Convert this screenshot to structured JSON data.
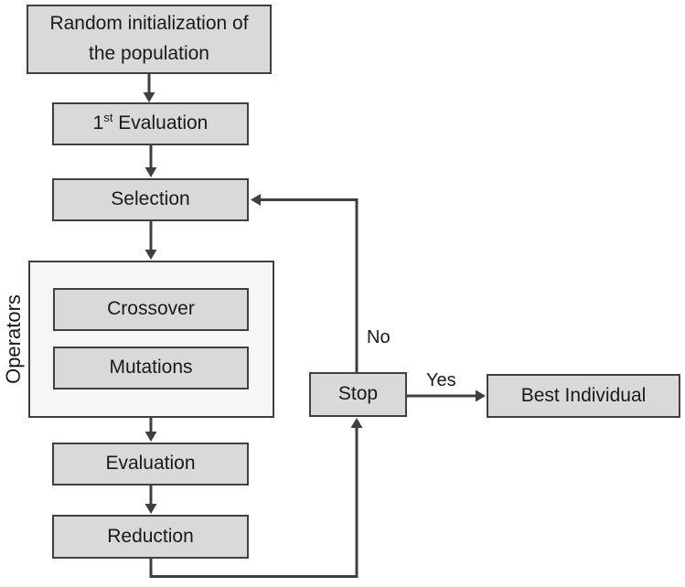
{
  "diagram": {
    "nodes": {
      "random_initialization": {
        "label": "Random initialization of the population"
      },
      "first_evaluation": {
        "prefix": "1",
        "sup": "st",
        "rest": " Evaluation"
      },
      "selection": {
        "label": "Selection"
      },
      "operators_group": {
        "label": "Operators"
      },
      "crossover": {
        "label": "Crossover"
      },
      "mutations": {
        "label": "Mutations"
      },
      "evaluation": {
        "label": "Evaluation"
      },
      "reduction": {
        "label": "Reduction"
      },
      "stop": {
        "label": "Stop"
      },
      "best_individual": {
        "label": "Best Individual"
      }
    },
    "edges": [
      {
        "from": "random_initialization",
        "to": "first_evaluation"
      },
      {
        "from": "first_evaluation",
        "to": "selection"
      },
      {
        "from": "selection",
        "to": "operators_group"
      },
      {
        "from": "operators_group",
        "to": "evaluation"
      },
      {
        "from": "evaluation",
        "to": "reduction"
      },
      {
        "from": "reduction",
        "to": "stop"
      },
      {
        "from": "stop",
        "to": "selection",
        "label": "No"
      },
      {
        "from": "stop",
        "to": "best_individual",
        "label": "Yes"
      }
    ],
    "colors": {
      "box_fill": "#d9d9d9",
      "box_border": "#404040",
      "group_fill": "#f6f6f6",
      "line": "#3f3f3f",
      "text": "#1a1a1a"
    }
  }
}
